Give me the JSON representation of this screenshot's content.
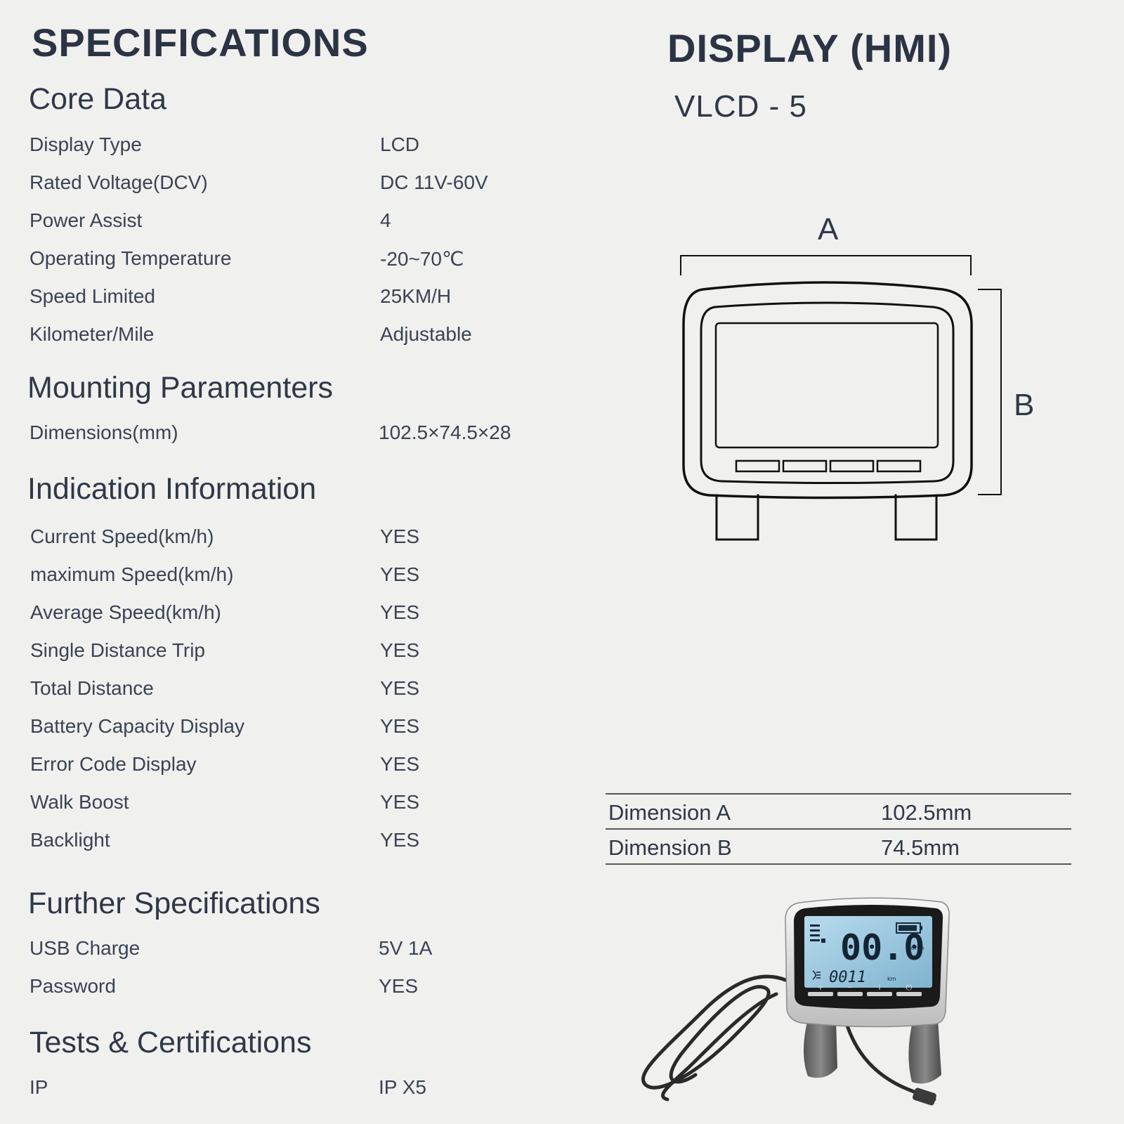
{
  "specs": {
    "title": "SPECIFICATIONS",
    "core": {
      "heading": "Core Data",
      "rows": [
        {
          "label": "Display Type",
          "value": "LCD"
        },
        {
          "label": "Rated Voltage(DCV)",
          "value": "DC 11V-60V"
        },
        {
          "label": "Power Assist",
          "value": "4"
        },
        {
          "label": "Operating Temperature",
          "value": "-20~70℃"
        },
        {
          "label": "Speed Limited",
          "value": "25KM/H"
        },
        {
          "label": "Kilometer/Mile",
          "value": "Adjustable"
        }
      ]
    },
    "mounting": {
      "heading": "Mounting Paramenters",
      "rows": [
        {
          "label": "Dimensions(mm)",
          "value": "102.5×74.5×28"
        }
      ]
    },
    "indication": {
      "heading": "Indication Information",
      "rows": [
        {
          "label": "Current Speed(km/h)",
          "value": "YES"
        },
        {
          "label": "maximum Speed(km/h)",
          "value": "YES"
        },
        {
          "label": "Average Speed(km/h)",
          "value": "YES"
        },
        {
          "label": "Single Distance Trip",
          "value": "YES"
        },
        {
          "label": "Total Distance",
          "value": "YES"
        },
        {
          "label": "Battery Capacity Display",
          "value": "YES"
        },
        {
          "label": "Error Code Display",
          "value": "YES"
        },
        {
          "label": "Walk Boost",
          "value": "YES"
        },
        {
          "label": "Backlight",
          "value": "YES"
        }
      ]
    },
    "further": {
      "heading": "Further Specifications",
      "rows": [
        {
          "label": "USB Charge",
          "value": "5V 1A"
        },
        {
          "label": "Password",
          "value": "YES"
        }
      ]
    },
    "tests": {
      "heading": "Tests & Certifications",
      "rows": [
        {
          "label": "IP",
          "value": "IP X5"
        }
      ]
    }
  },
  "display": {
    "title": "DISPLAY (HMI)",
    "model": "VLCD - 5",
    "dim_a_letter": "A",
    "dim_b_letter": "B",
    "dimensions": [
      {
        "label": "Dimension A",
        "value": "102.5mm"
      },
      {
        "label": "Dimension B",
        "value": "74.5mm"
      }
    ]
  },
  "photo": {
    "speed": "00.0",
    "speed_unit": "km/h",
    "odometer": "0011",
    "odometer_unit": "km",
    "buttons": [
      "+",
      "−",
      "i",
      "⏻"
    ]
  },
  "colors": {
    "background": "#f0f0ee",
    "text": "#333c4c",
    "lcd": "#9cc7dd"
  }
}
